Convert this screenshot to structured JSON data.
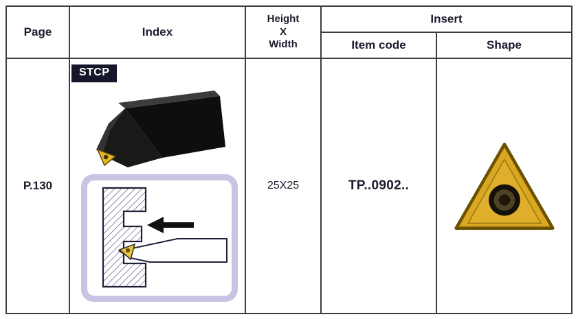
{
  "table": {
    "header": {
      "page": "Page",
      "index": "Index",
      "height_width": "Height\nX\nWidth",
      "insert": "Insert",
      "item_code": "Item code",
      "shape": "Shape"
    },
    "row": {
      "page": "P.130",
      "index_badge": "STCP",
      "height_width": "25X25",
      "item_code": "TP..0902..",
      "images": {
        "holder": "black-turning-tool-holder",
        "diagram": "profiling-application-diagram-with-feed-arrow",
        "insert": "gold-triangular-insert-with-center-hole"
      }
    },
    "colors": {
      "border": "#3c3c45",
      "text": "#1b1b2c",
      "badge_bg": "#16162a",
      "badge_text": "#ffffff",
      "diagram_bg": "#c8c5e3",
      "insert_gold": "#d9a722"
    }
  }
}
